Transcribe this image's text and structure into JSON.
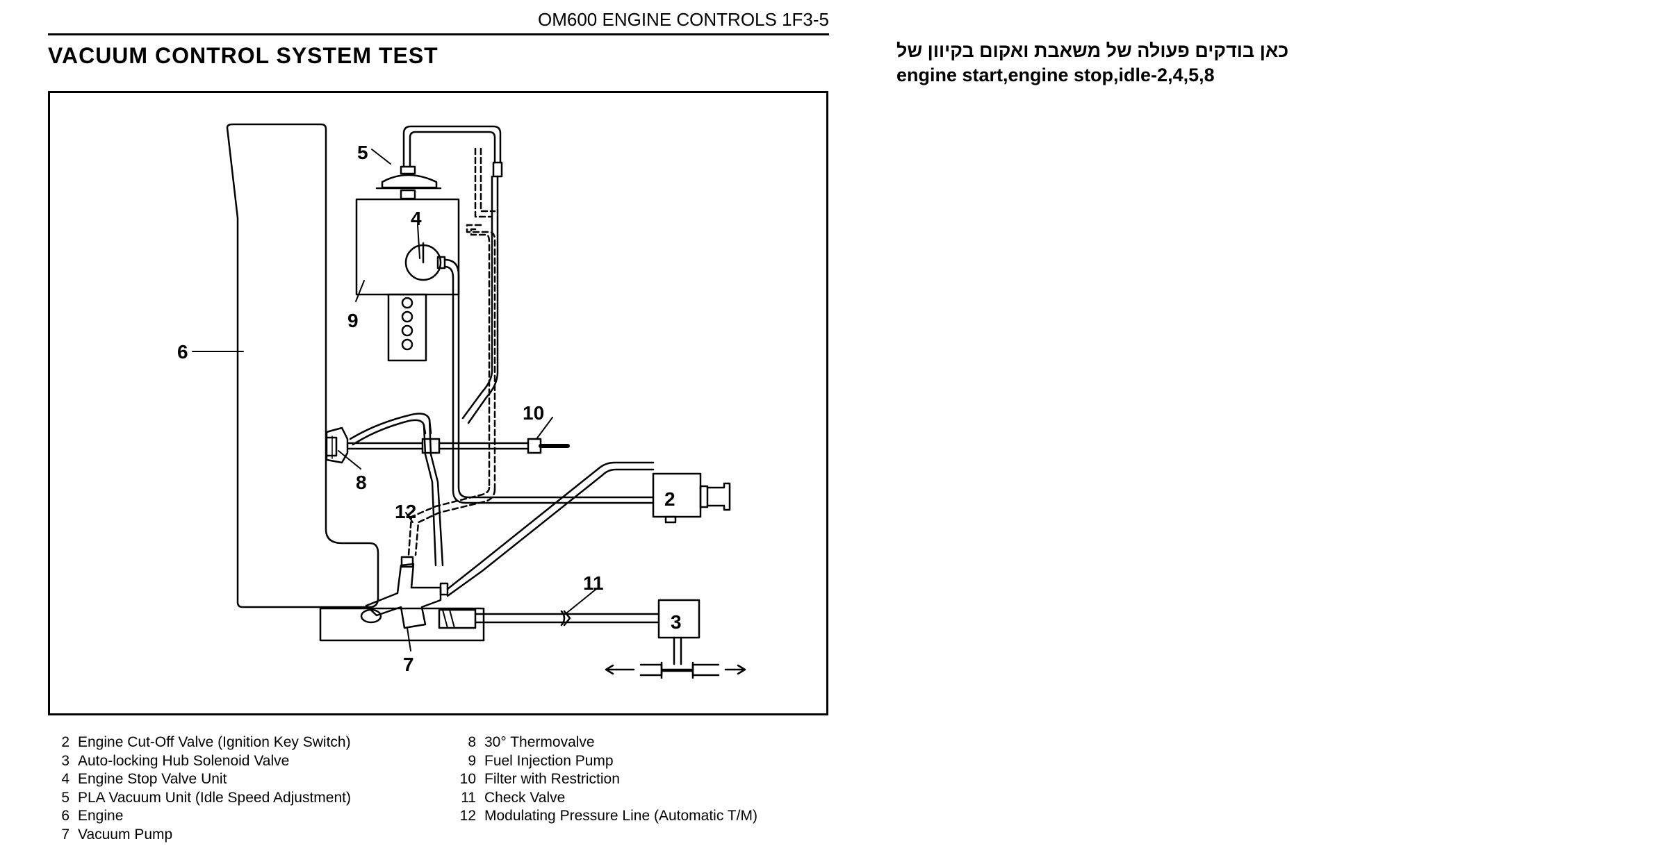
{
  "header": {
    "text": "OM600 ENGINE CONTROLS  1F3-5"
  },
  "title": "VACUUM CONTROL SYSTEM TEST",
  "note": {
    "line1": "כאן בודקים פעולה של משאבת ואקום בקיוון של",
    "line2": "engine start,engine stop,idle-2,4,5,8"
  },
  "diagram": {
    "callouts": {
      "c2": "2",
      "c3": "3",
      "c4": "4",
      "c5": "5",
      "c6": "6",
      "c7": "7",
      "c8": "8",
      "c9": "9",
      "c10": "10",
      "c11": "11",
      "c12": "12"
    }
  },
  "legend": {
    "left": [
      {
        "num": "2",
        "label": "Engine Cut-Off Valve (Ignition Key Switch)"
      },
      {
        "num": "3",
        "label": "Auto-locking Hub Solenoid Valve"
      },
      {
        "num": "4",
        "label": "Engine Stop Valve Unit"
      },
      {
        "num": "5",
        "label": "PLA Vacuum Unit (Idle Speed Adjustment)"
      },
      {
        "num": "6",
        "label": "Engine"
      },
      {
        "num": "7",
        "label": "Vacuum Pump"
      }
    ],
    "right": [
      {
        "num": "8",
        "label": "30° Thermovalve"
      },
      {
        "num": "9",
        "label": "Fuel Injection Pump"
      },
      {
        "num": "10",
        "label": "Filter with Restriction"
      },
      {
        "num": "11",
        "label": "Check Valve"
      },
      {
        "num": "12",
        "label": "Modulating Pressure Line (Automatic T/M)"
      }
    ]
  }
}
